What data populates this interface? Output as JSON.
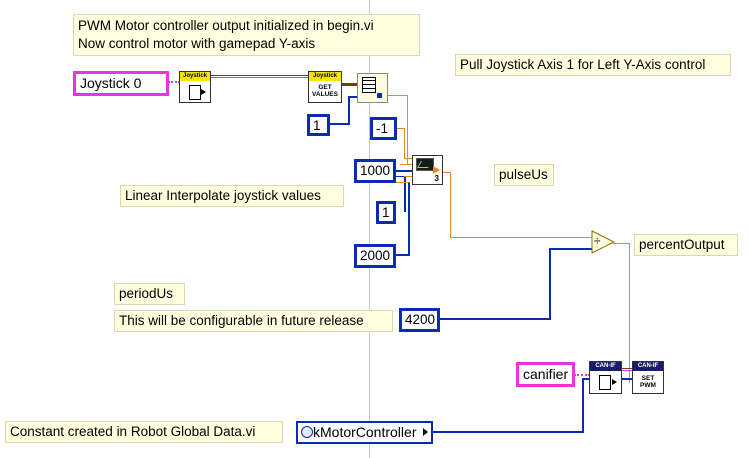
{
  "notes": {
    "header_line1": "PWM Motor controller output initialized in begin.vi",
    "header_line2": "Now control motor with gamepad Y-axis",
    "pull_axis": "Pull Joystick Axis 1 for Left Y-Axis control",
    "pulse_us": "pulseUs",
    "linear_interp": "Linear Interpolate joystick values",
    "percent_output": "percentOutput",
    "period_us": "periodUs",
    "configurable": "This will be configurable in future release",
    "constant_created": "Constant created in Robot Global Data.vi"
  },
  "controls": {
    "joystick": "Joystick 0",
    "canifier": "canifier",
    "motor_controller": "kMotorController"
  },
  "constants": {
    "axis_index": "1",
    "neg_one": "-1",
    "one_thousand": "1000",
    "one": "1",
    "two_thousand": "2000",
    "forty_two_hundred": "4200"
  },
  "nodes": {
    "joystick_ref_label": "Joystick",
    "get_values_header": "Joystick",
    "get_values_body": "GET VALUES",
    "interp_terminal": "3",
    "canif_ref_label": "CAN-IF",
    "set_pwm_header": "CAN-IF",
    "set_pwm_body": "SET PWM",
    "divide_symbol": "÷"
  },
  "colors": {
    "constant_border": "#0b2bb5",
    "control_border": "#ee33dd",
    "numeric_wire": "#e08a28",
    "integer_wire": "#0b2bb5",
    "refnum_wire": "#7a3b12",
    "note_background": "#ffffe0"
  }
}
